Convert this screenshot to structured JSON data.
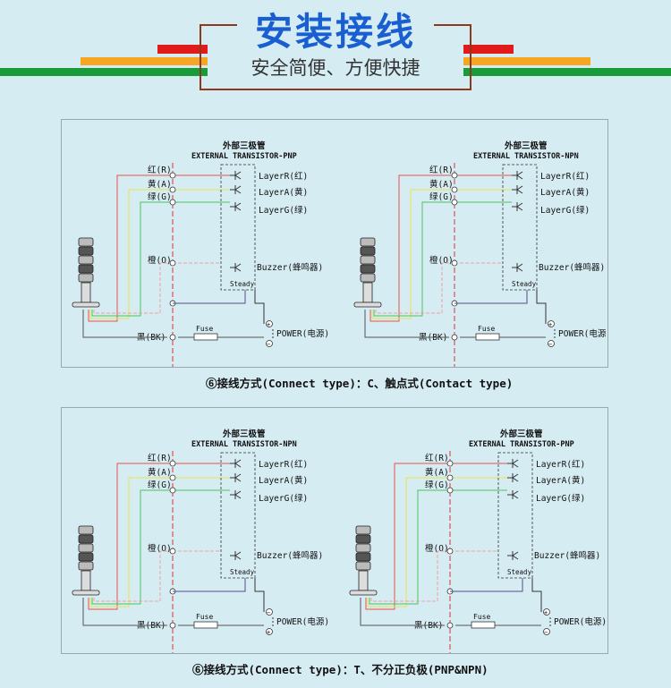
{
  "header": {
    "title": "安装接线",
    "subtitle": "安全简便、方便快捷",
    "colors": {
      "red": "#e11a1a",
      "orange": "#f5a623",
      "green": "#1a9b3a",
      "title": "#1a5fd1"
    }
  },
  "diagrams": [
    {
      "heading_cn": "外部三极管",
      "heading_en": "EXTERNAL TRANSISTOR-PNP",
      "wires": {
        "red": "红(R)",
        "yellow": "黄(A)",
        "green": "绿(G)",
        "orange": "橙(O)",
        "black": "黑(BK)"
      },
      "layers": {
        "r": "LayerR(红)",
        "a": "LayerA(黄)",
        "g": "LayerG(绿)",
        "buzzer": "Buzzer(蜂鸣器)"
      },
      "steady": "Steady",
      "fuse": "Fuse",
      "power": "POWER(电源)",
      "plus": "+",
      "minus": "−"
    },
    {
      "heading_cn": "外部三极管",
      "heading_en": "EXTERNAL TRANSISTOR-NPN",
      "wires": {
        "red": "红(R)",
        "yellow": "黄(A)",
        "green": "绿(G)",
        "orange": "橙(O)",
        "black": "黑(BK)"
      },
      "layers": {
        "r": "LayerR(红)",
        "a": "LayerA(黄)",
        "g": "LayerG(绿)",
        "buzzer": "Buzzer(蜂鸣器)"
      },
      "steady": "Steady",
      "fuse": "Fuse",
      "power": "POWER(电源)",
      "plus": "+",
      "minus": "−"
    },
    {
      "heading_cn": "外部三极管",
      "heading_en": "EXTERNAL TRANSISTOR-NPN",
      "wires": {
        "red": "红(R)",
        "yellow": "黄(A)",
        "green": "绿(G)",
        "orange": "橙(O)",
        "black": "黑(BK)"
      },
      "layers": {
        "r": "LayerR(红)",
        "a": "LayerA(黄)",
        "g": "LayerG(绿)",
        "buzzer": "Buzzer(蜂鸣器)"
      },
      "steady": "Steady",
      "fuse": "Fuse",
      "power": "POWER(电源)",
      "plus": "−",
      "minus": "+"
    },
    {
      "heading_cn": "外部三极管",
      "heading_en": "EXTERNAL TRANSISTOR-PNP",
      "wires": {
        "red": "红(R)",
        "yellow": "黄(A)",
        "green": "绿(G)",
        "orange": "橙(O)",
        "black": "黑(BK)"
      },
      "layers": {
        "r": "LayerR(红)",
        "a": "LayerA(黄)",
        "g": "LayerG(绿)",
        "buzzer": "Buzzer(蜂鸣器)"
      },
      "steady": "Steady",
      "fuse": "Fuse",
      "power": "POWER(电源)",
      "plus": "+",
      "minus": "−"
    }
  ],
  "captions": {
    "top": "⑥接线方式(Connect type)：C、触点式(Contact type)",
    "bottom": "⑥接线方式(Connect type)：T、不分正负极(PNP&NPN)"
  }
}
